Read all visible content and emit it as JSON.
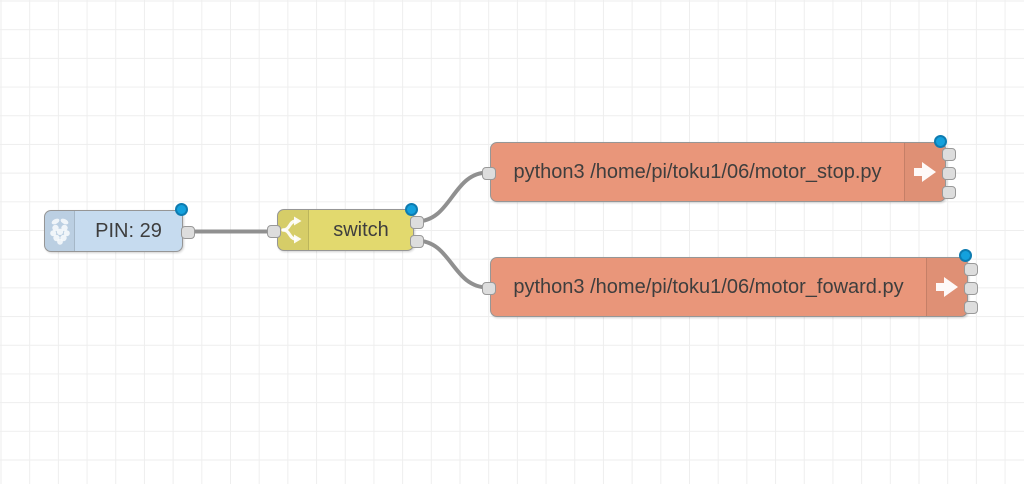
{
  "editor": {
    "type": "node-red-flow-canvas",
    "background_color": "#ffffff",
    "grid_color": "#eeeeee"
  },
  "colors": {
    "wire": "#909090",
    "port_fill": "#dddddd",
    "port_border": "#999999",
    "node_border": "#969696",
    "label_text": "#3e3e3e",
    "changed_dot_fill": "#14a1dd",
    "changed_dot_border": "#0e7cb1",
    "gpio_node": "#c6dbef",
    "switch_node": "#e2d96e",
    "exec_node": "#e9967a"
  },
  "nodes": [
    {
      "id": "gpio-in",
      "label": "PIN: 29",
      "color": "#c6dbef",
      "icon": "raspberry-pi-icon",
      "inputs": 0,
      "outputs": 1,
      "changed": true
    },
    {
      "id": "switch",
      "label": "switch",
      "color": "#e2d96e",
      "icon": "switch-fork-icon",
      "inputs": 1,
      "outputs": 2,
      "changed": true
    },
    {
      "id": "exec-motor-stop",
      "label": "python3 /home/pi/toku1/06/motor_stop.py",
      "color": "#e9967a",
      "icon": "exec-arrow-icon",
      "inputs": 1,
      "outputs": 3,
      "changed": true
    },
    {
      "id": "exec-motor-foward",
      "label": "python3 /home/pi/toku1/06/motor_foward.py",
      "color": "#e9967a",
      "icon": "exec-arrow-icon",
      "inputs": 1,
      "outputs": 3,
      "changed": true
    }
  ],
  "wires": [
    {
      "from": "gpio-in:out1",
      "to": "switch:in"
    },
    {
      "from": "switch:out1",
      "to": "exec-motor-stop:in"
    },
    {
      "from": "switch:out2",
      "to": "exec-motor-foward:in"
    }
  ]
}
